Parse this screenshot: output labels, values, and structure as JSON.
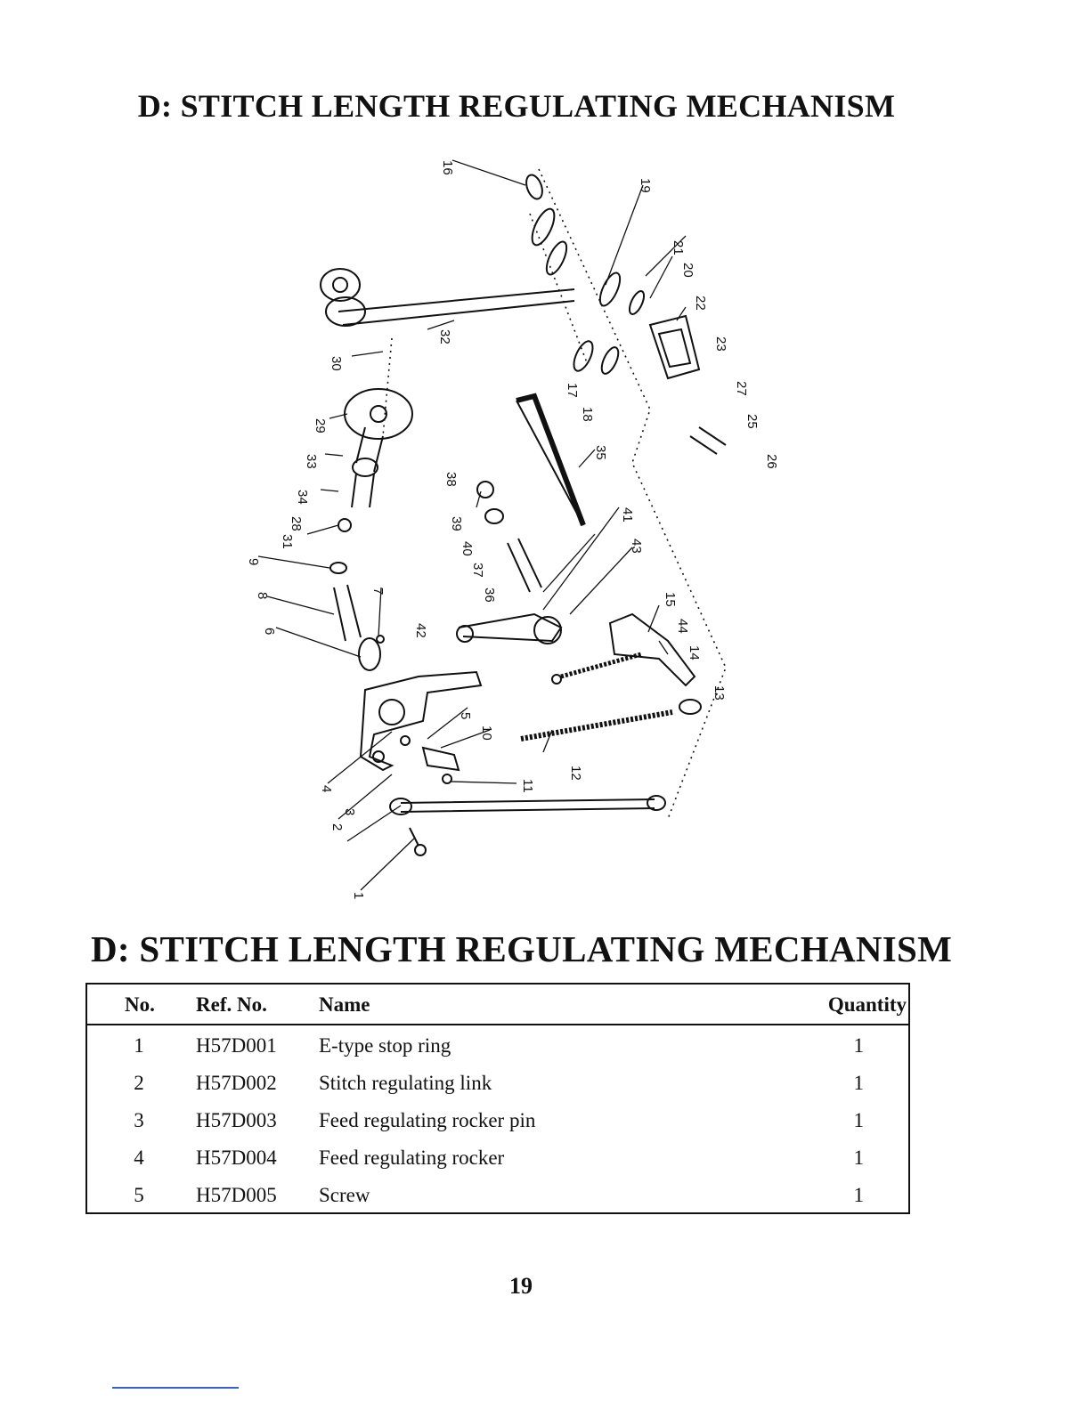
{
  "page": {
    "title_top": "D: STITCH LENGTH REGULATING MECHANISM",
    "title_mid": "D: STITCH LENGTH REGULATING MECHANISM",
    "page_number": "19"
  },
  "diagram": {
    "callouts": [
      "1",
      "2",
      "3",
      "4",
      "5",
      "6",
      "7",
      "8",
      "9",
      "10",
      "11",
      "12",
      "13",
      "14",
      "15",
      "16",
      "17",
      "18",
      "19",
      "20",
      "21",
      "22",
      "23",
      "25",
      "26",
      "27",
      "28",
      "29",
      "30",
      "31",
      "32",
      "33",
      "34",
      "35",
      "36",
      "37",
      "38",
      "39",
      "40",
      "41",
      "42",
      "43",
      "44"
    ]
  },
  "table": {
    "headers": {
      "no": "No.",
      "ref": "Ref. No.",
      "name": "Name",
      "qty": "Quantity"
    },
    "rows": [
      {
        "no": "1",
        "ref": "H57D001",
        "name": "E-type stop ring",
        "qty": "1"
      },
      {
        "no": "2",
        "ref": "H57D002",
        "name": "Stitch regulating link",
        "qty": "1"
      },
      {
        "no": "3",
        "ref": "H57D003",
        "name": "Feed regulating rocker pin",
        "qty": "1"
      },
      {
        "no": "4",
        "ref": "H57D004",
        "name": "Feed regulating rocker",
        "qty": "1"
      },
      {
        "no": "5",
        "ref": "H57D005",
        "name": "Screw",
        "qty": "1"
      }
    ]
  },
  "colors": {
    "ink": "#111111",
    "footer_rule": "#3a5fd0"
  }
}
